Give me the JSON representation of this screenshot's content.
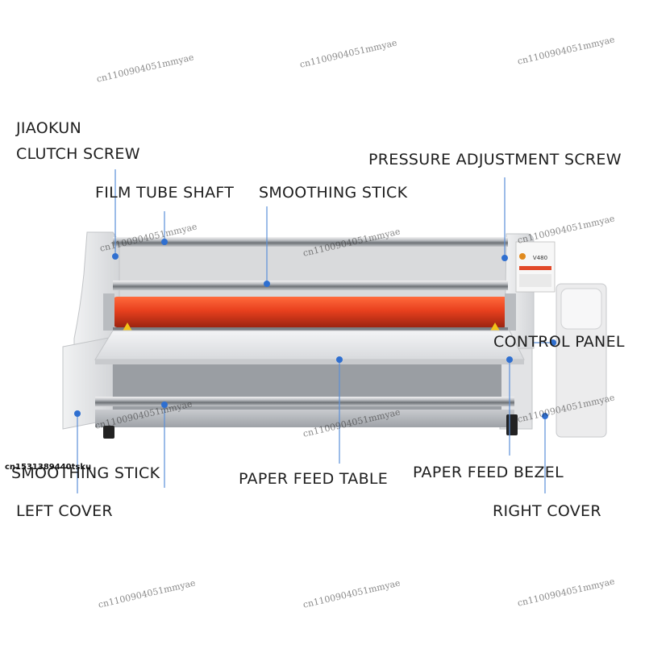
{
  "labels": {
    "jiaokun": "JIAOKUN",
    "clutch_screw": "CLUTCH SCREW",
    "pressure_adjustment_screw": "PRESSURE ADJUSTMENT SCREW",
    "film_tube_shaft": "FILM TUBE SHAFT",
    "smoothing_stick_top": "SMOOTHING STICK",
    "control_panel": "CONTROL PANEL",
    "smoothing_stick_bottom": "SMOOTHING STICK",
    "paper_feed_table": "PAPER FEED TABLE",
    "paper_feed_bezel": "PAPER FEED BEZEL",
    "left_cover": "LEFT COVER",
    "right_cover": "RIGHT COVER"
  },
  "machine": {
    "model": "V480"
  },
  "watermarks": {
    "main": "cn1100904051mmyae",
    "side": "cn1531389440tsku"
  },
  "colors": {
    "roller_red": "#e8401e",
    "body_grey": "#e3e4e6",
    "pointer_blue": "#2f6fd0",
    "pointer_line": "#5b8fd8"
  }
}
